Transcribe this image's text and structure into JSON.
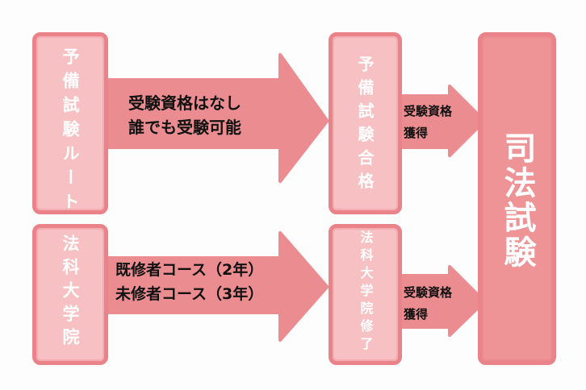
{
  "colors": {
    "background": "#fdfdfd",
    "box_border": "#e98389",
    "box_fill_light": "#f7c1c3",
    "box_fill_final": "#ee9396",
    "arrow_fill": "#eb8d90",
    "box_text": "#ffffff",
    "arrow_text": "#111111"
  },
  "nodes": {
    "yobi_route": {
      "label": "予備試験ルート",
      "chars": [
        "予",
        "備",
        "試",
        "験",
        "ル",
        "ー",
        "ト"
      ]
    },
    "law_school": {
      "label": "法科大学院",
      "chars": [
        "法",
        "科",
        "大",
        "学",
        "院"
      ]
    },
    "yobi_pass": {
      "label": "予備試験合格",
      "chars": [
        "予",
        "備",
        "試",
        "験",
        "合",
        "格"
      ]
    },
    "law_school_grad": {
      "label": "法科大学院修了",
      "chars": [
        "法",
        "科",
        "大",
        "学",
        "院",
        "修",
        "了"
      ]
    },
    "bar_exam": {
      "label": "司法試験",
      "chars": [
        "司",
        "法",
        "試",
        "験"
      ]
    }
  },
  "edges": {
    "yobi_route_to_pass": {
      "lines": [
        "受験資格はなし",
        "誰でも受験可能"
      ]
    },
    "law_school_to_grad": {
      "lines": [
        "既修者コース（2年）",
        "未修者コース（3年）"
      ]
    },
    "pass_to_exam": {
      "lines": [
        "受験資格",
        "獲得"
      ]
    },
    "grad_to_exam": {
      "lines": [
        "受験資格",
        "獲得"
      ]
    }
  }
}
